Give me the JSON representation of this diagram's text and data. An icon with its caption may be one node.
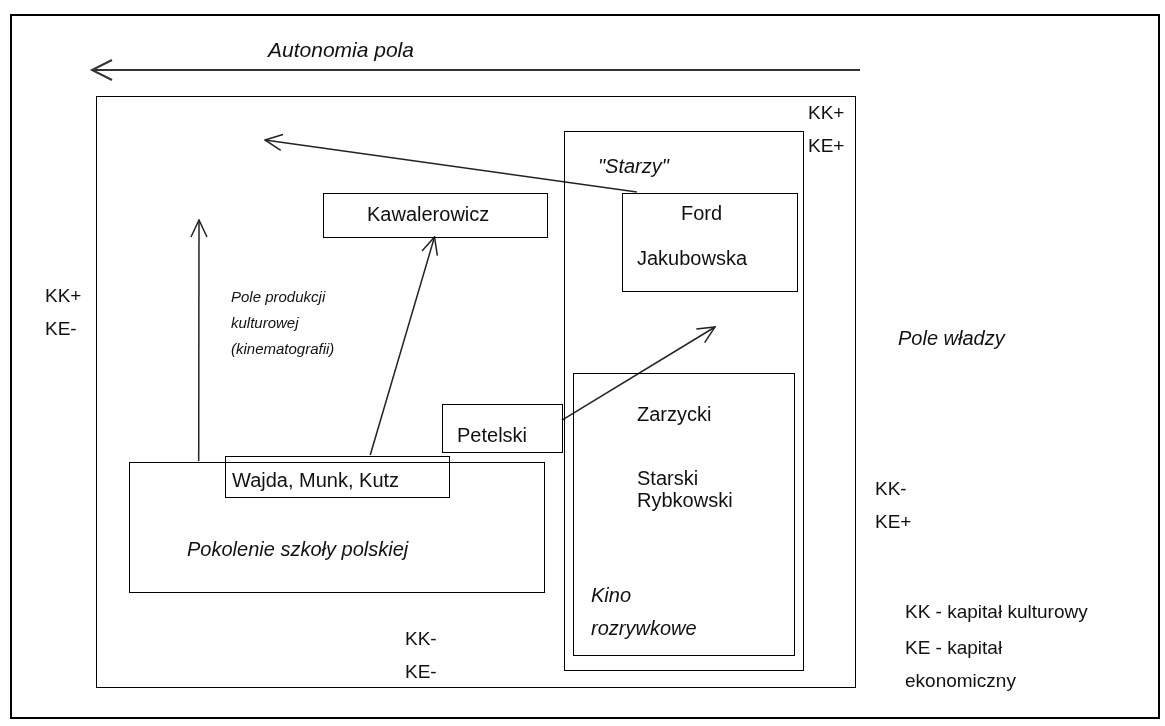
{
  "diagram": {
    "nodes": [
      {
        "text": [
          "Pole władzy"
        ]
      },
      {
        "text": [
          "Pole produkcji kulturowej (kinematografii)"
        ],
        "in": 0
      },
      {
        "text": [
          "Kawalerowicz"
        ],
        "in": 1
      },
      {
        "text": [
          "\"Starzy\""
        ],
        "in": 1
      },
      {
        "text": [
          "Ford",
          "Jakubowska"
        ],
        "in": 3
      },
      {
        "text": [
          "Zarzycki",
          "Starski Rybkowski",
          "Kino rozrywkowe"
        ],
        "in": 3
      },
      {
        "text": [
          "Petelski"
        ],
        "in": 1
      },
      {
        "text": [
          "Pokolenie szkoły polskiej"
        ],
        "in": 1
      },
      {
        "text": [
          "Wajda, Munk, Kutz"
        ],
        "in": 1
      }
    ],
    "edges": [
      {
        "from": 4,
        "to": null,
        "arrow": "to"
      },
      {
        "from": 7,
        "to": null,
        "arrow": "to"
      },
      {
        "from": 8,
        "to": 2,
        "arrow": "to"
      },
      {
        "from": 6,
        "to": null,
        "arrow": "to"
      }
    ],
    "labels": [
      "Autonomia pola",
      "KK+",
      "KE+",
      "KK+",
      "KE-",
      "KK-",
      "KE+",
      "KK - kapitał kulturowy",
      "KE - kapitał ekonomiczny",
      "KK-",
      "KE-"
    ]
  }
}
